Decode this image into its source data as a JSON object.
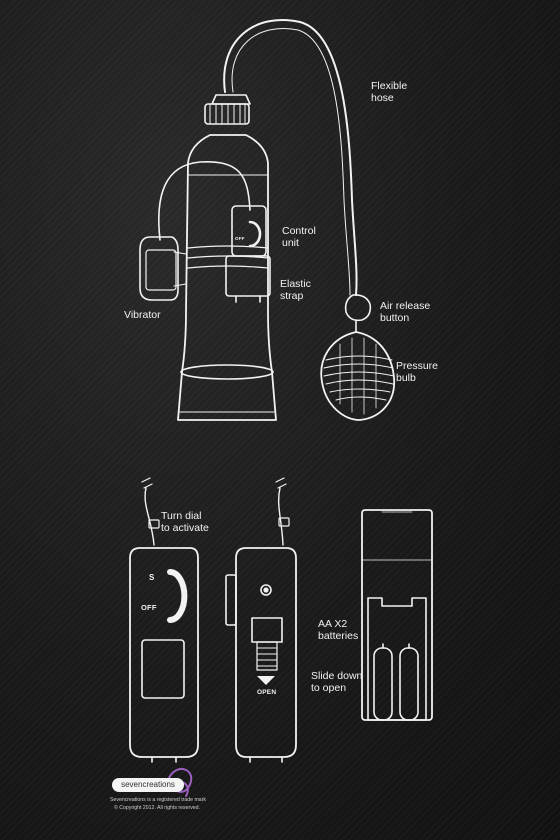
{
  "labels": {
    "flexible_hose": "Flexible\nhose",
    "control_unit": "Control\nunit",
    "elastic_strap": "Elastic\nstrap",
    "vibrator": "Vibrator",
    "air_release": "Air release\nbutton",
    "pressure_bulb": "Pressure\nbulb",
    "turn_dial": "Turn dial\nto activate",
    "batteries": "AA X2\nbatteries",
    "slide_down": "Slide down\nto open"
  },
  "control_marks": {
    "speed": "S",
    "off": "OFF",
    "off_small": "OFF",
    "open": "OPEN"
  },
  "brand": {
    "name": "sevencreations",
    "trademark": "Sevencreations is a registered trade mark",
    "copyright": "© Copyright 2012. All rights reserved."
  },
  "colors": {
    "line": "#f2f2f2",
    "background": "#1a1a1a",
    "brand_accent": "#9b5fc0"
  }
}
